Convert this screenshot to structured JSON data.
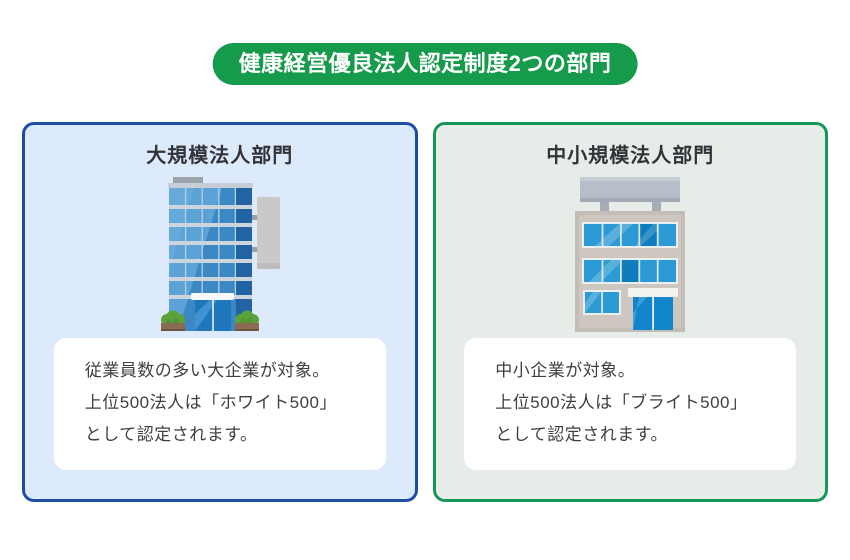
{
  "header": {
    "title": "健康経営優良法人認定制度2つの部門",
    "pill_color": "#169a4b",
    "text_color": "#ffffff"
  },
  "cards": [
    {
      "id": "large-corporation",
      "title": "大規模法人部門",
      "description_lines": [
        "従業員数の多い大企業が対象。",
        "上位500法人は「ホワイト500」",
        "として認定されます。"
      ],
      "border_color": "#1c4da0",
      "background_color": "#dceafb",
      "illustration": "tall-blue-office-tower"
    },
    {
      "id": "small-medium-corporation",
      "title": "中小規模法人部門",
      "description_lines": [
        "中小企業が対象。",
        "上位500法人は「ブライト500」",
        "として認定されます。"
      ],
      "border_color": "#15975a",
      "background_color": "#e6ede8",
      "illustration": "small-gray-office-building"
    }
  ]
}
